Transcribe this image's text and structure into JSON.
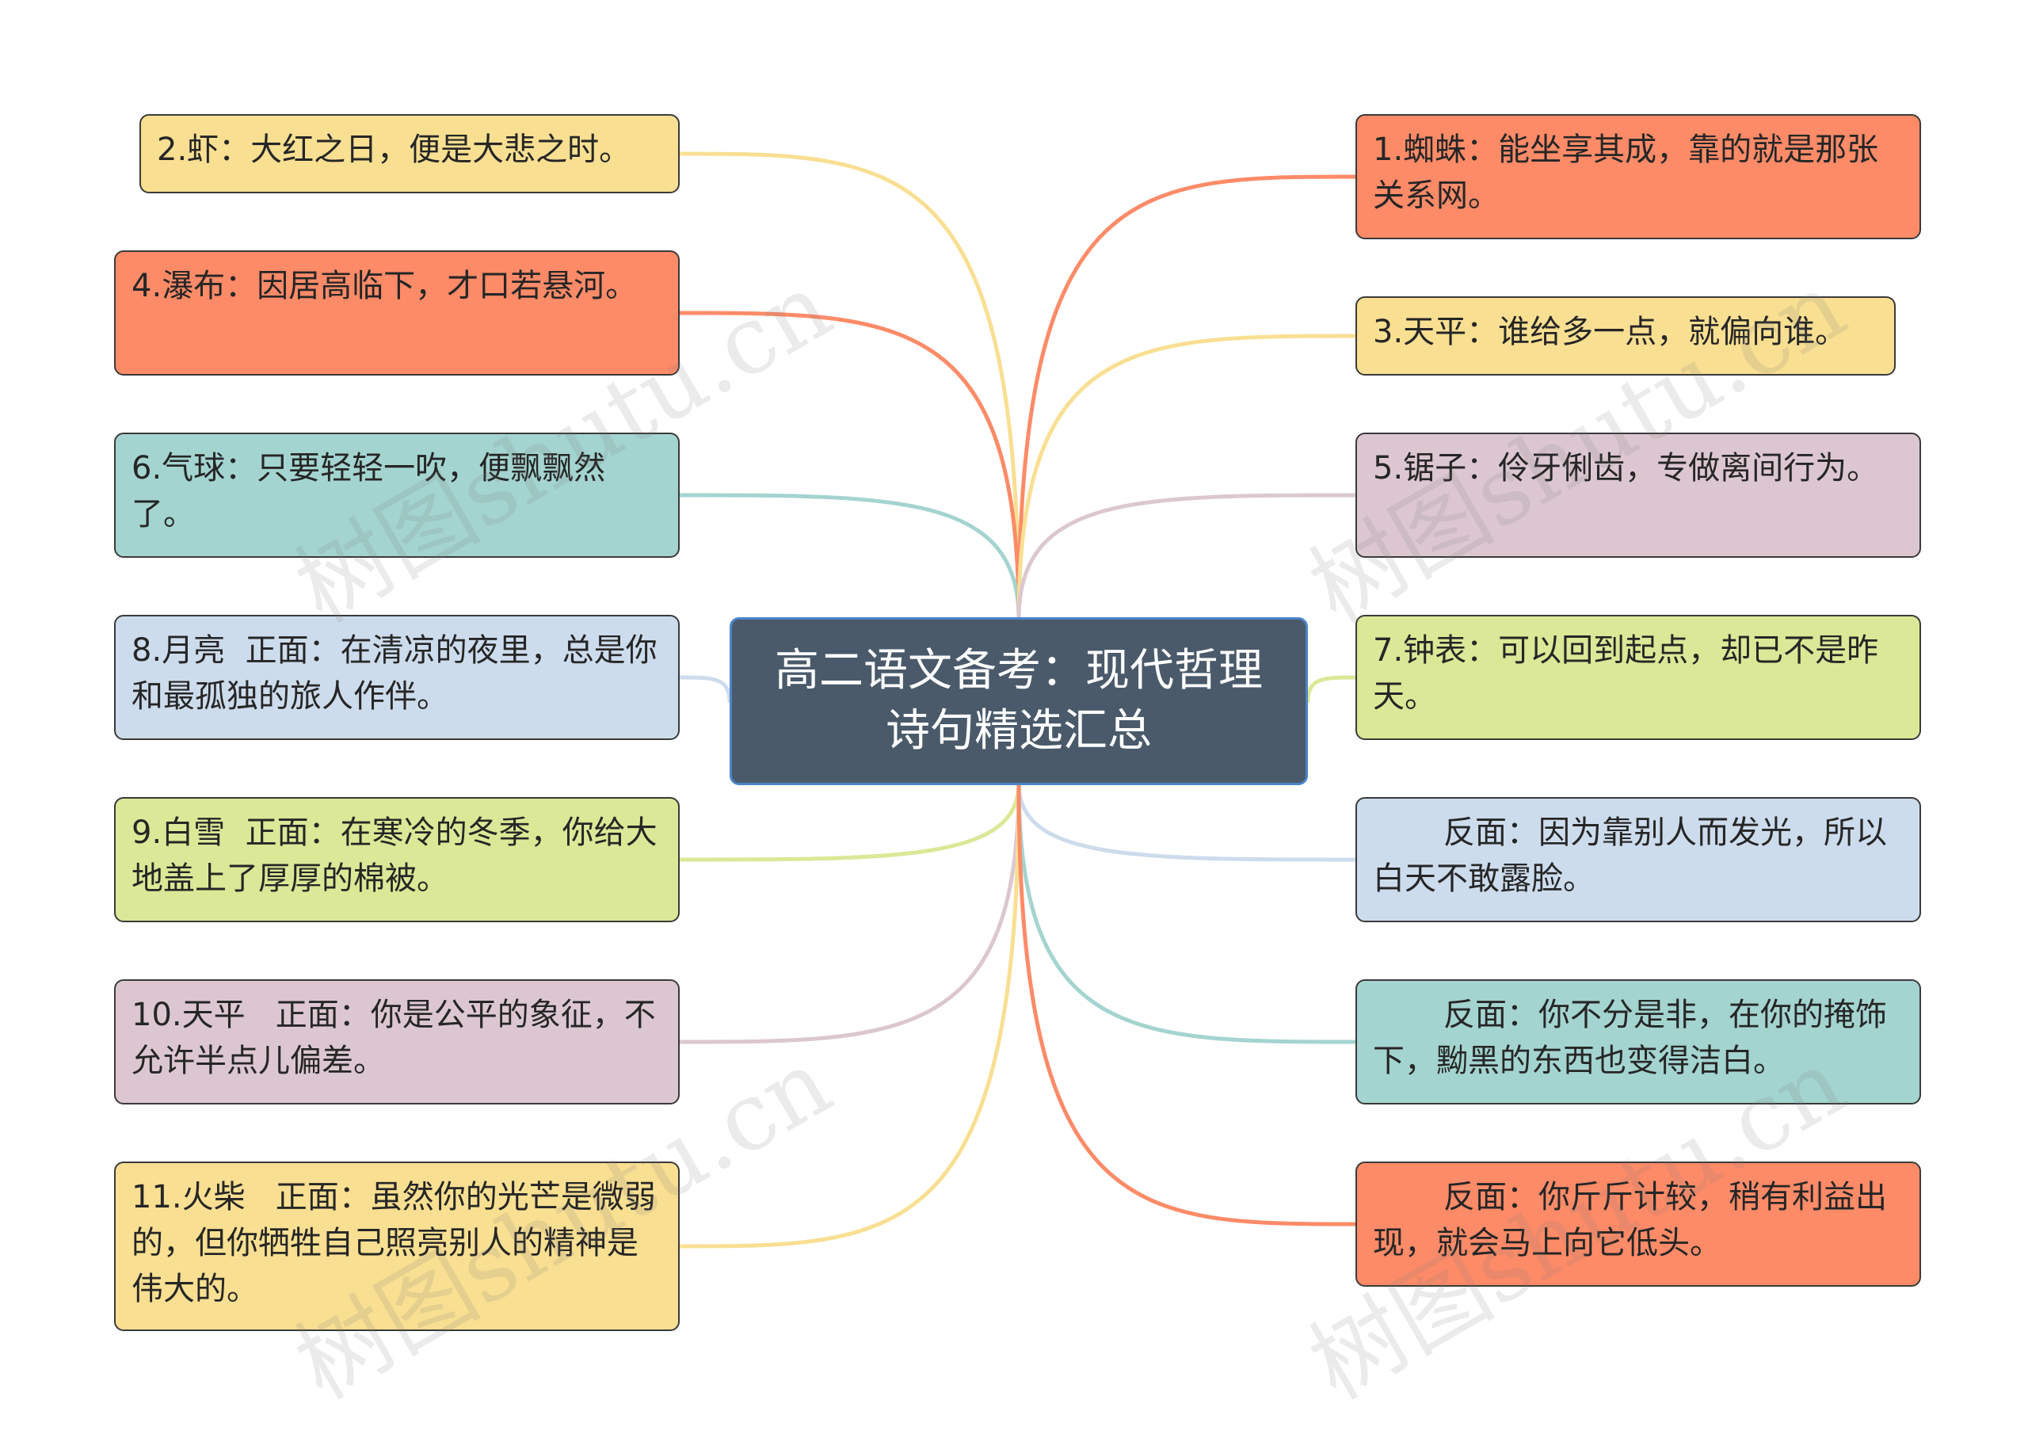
{
  "central": {
    "text": "高二语文备考：现代哲理诗句精选汇总"
  },
  "colors": {
    "yellow": "#f8df92",
    "orange": "#fd8b68",
    "teal": "#a4d4d0",
    "blue": "#cddcec",
    "green": "#dbe897",
    "mauve": "#dcc7d1",
    "central_bg": "#4a5a6a",
    "central_border": "#4a86c8"
  },
  "left_nodes": [
    {
      "text": "2.虾：大红之日，便是大悲之时。",
      "color": "yellow"
    },
    {
      "text": "4.瀑布：因居高临下，才口若悬河。",
      "color": "orange"
    },
    {
      "text": "6.气球：只要轻轻一吹，便飘飘然了。",
      "color": "teal"
    },
    {
      "text": "8.月亮  正面：在清凉的夜里，总是你和最孤独的旅人作伴。",
      "color": "blue"
    },
    {
      "text": "9.白雪  正面：在寒冷的冬季，你给大地盖上了厚厚的棉被。",
      "color": "green"
    },
    {
      "text": "10.天平   正面：你是公平的象征，不允许半点儿偏差。",
      "color": "mauve"
    },
    {
      "text": "11.火柴   正面：虽然你的光芒是微弱的，但你牺牲自己照亮别人的精神是伟大的。",
      "color": "yellow"
    }
  ],
  "right_nodes": [
    {
      "text": "1.蜘蛛：能坐享其成，靠的就是那张关系网。",
      "color": "orange"
    },
    {
      "text": "3.天平：谁给多一点，就偏向谁。",
      "color": "yellow"
    },
    {
      "text": "5.锯子：伶牙俐齿，专做离间行为。",
      "color": "mauve"
    },
    {
      "text": "7.钟表：可以回到起点，却已不是昨天。",
      "color": "green"
    },
    {
      "text": "       反面：因为靠别人而发光，所以白天不敢露脸。",
      "color": "blue"
    },
    {
      "text": "       反面：你不分是非，在你的掩饰下，黝黑的东西也变得洁白。",
      "color": "teal"
    },
    {
      "text": "       反面：你斤斤计较，稍有利益出现，就会马上向它低头。",
      "color": "orange"
    }
  ],
  "watermark": "树图shutu.cn"
}
